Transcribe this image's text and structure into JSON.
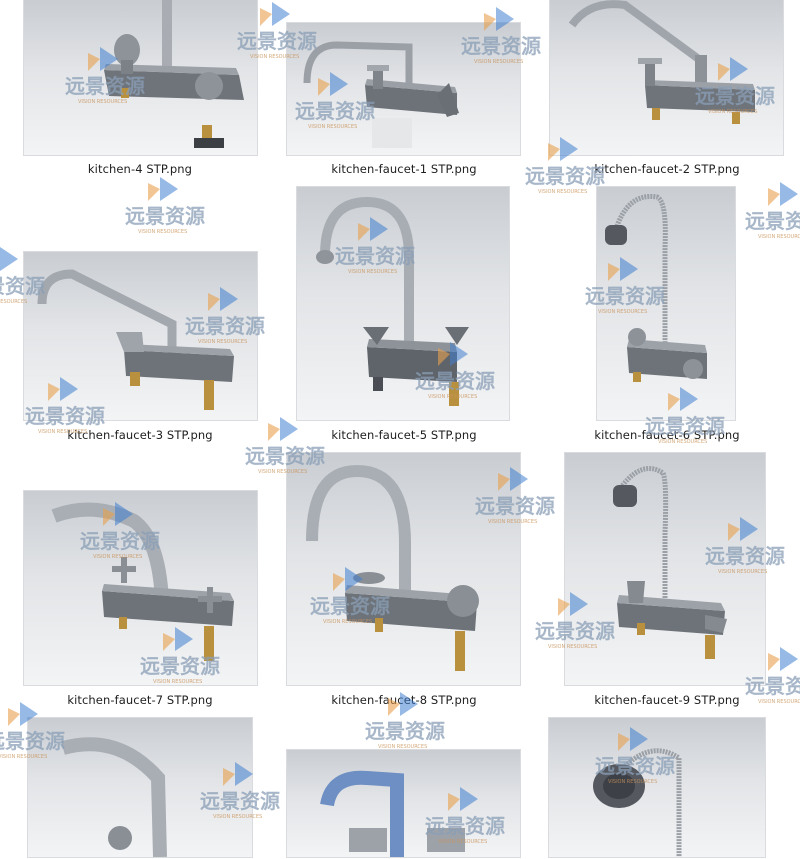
{
  "gallery": {
    "items": [
      {
        "caption": "kitchen-4 STP.png",
        "icon": "faucet-image"
      },
      {
        "caption": "kitchen-faucet-1 STP.png",
        "icon": "faucet-image"
      },
      {
        "caption": "kitchen-faucet-2 STP.png",
        "icon": "faucet-image"
      },
      {
        "caption": "kitchen-faucet-3 STP.png",
        "icon": "faucet-image"
      },
      {
        "caption": "kitchen-faucet-5 STP.png",
        "icon": "faucet-image"
      },
      {
        "caption": "kitchen-faucet-6 STP.png",
        "icon": "faucet-image"
      },
      {
        "caption": "kitchen-faucet-7 STP.png",
        "icon": "faucet-image"
      },
      {
        "caption": "kitchen-faucet-8 STP.png",
        "icon": "faucet-image"
      },
      {
        "caption": "kitchen-faucet-9 STP.png",
        "icon": "faucet-image"
      },
      {
        "caption": "",
        "icon": "faucet-image"
      },
      {
        "caption": "",
        "icon": "faucet-image"
      },
      {
        "caption": "",
        "icon": "faucet-image"
      }
    ]
  },
  "watermark": {
    "brand_cn": "远景资源",
    "brand_en": "VISION RESOURCES",
    "colors": {
      "blue": "#3f7fd0",
      "orange": "#e8a04c",
      "text": "#8a9fb7"
    }
  }
}
